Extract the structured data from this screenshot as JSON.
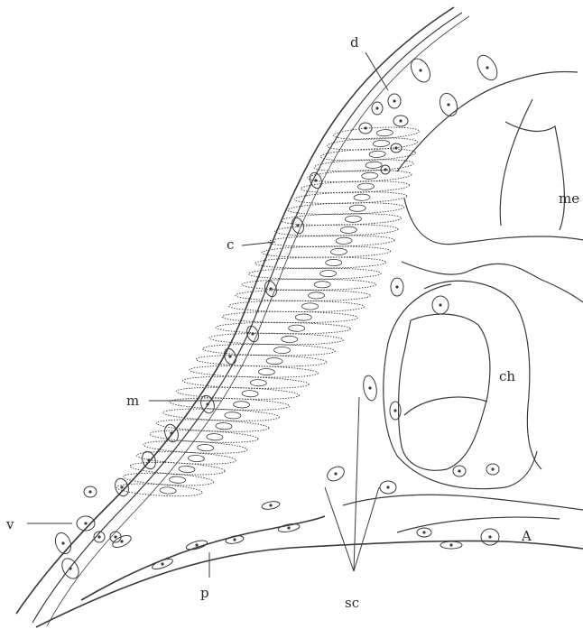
{
  "figure": {
    "labels": {
      "d": "d",
      "c": "c",
      "me": "me",
      "ch": "ch",
      "m": "m",
      "v": "v",
      "A": "A",
      "p": "p",
      "sc": "sc"
    }
  }
}
